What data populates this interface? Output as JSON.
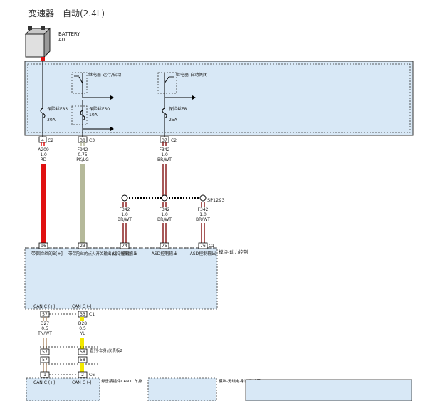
{
  "page": {
    "title": "变速器 - 自动(2.4L)"
  },
  "battery": {
    "label": "BATTERY",
    "ref": "A0"
  },
  "relays": [
    {
      "label": "继电器-运行/启动"
    },
    {
      "label": "继电器-自动关闭"
    }
  ],
  "fuses": [
    {
      "label": "保险丝F83",
      "rating": "30A"
    },
    {
      "label": "保险丝F30",
      "rating": "10A"
    },
    {
      "label": "保险丝F8",
      "rating": "25A"
    }
  ],
  "pdc_pins": [
    {
      "pin": "4",
      "connector": "C2"
    },
    {
      "pin": "38",
      "connector": "C3"
    },
    {
      "pin": "37",
      "connector": "C2"
    }
  ],
  "wires": {
    "a209": {
      "circuit": "A209",
      "gauge": "1.0",
      "color": "RD"
    },
    "f942": {
      "circuit": "F942",
      "gauge": "0.75",
      "color": "PK/LG"
    },
    "f342_top": {
      "circuit": "F342",
      "gauge": "1.0",
      "color": "BR/WT"
    },
    "f342_a": {
      "circuit": "F342",
      "gauge": "1.0",
      "color": "BR/WT"
    },
    "f342_b": {
      "circuit": "F342",
      "gauge": "1.0",
      "color": "BR/WT"
    },
    "f342_c": {
      "circuit": "F342",
      "gauge": "1.0",
      "color": "BR/WT"
    },
    "d27": {
      "circuit": "D27",
      "gauge": "0.5",
      "color": "TN/WT"
    },
    "d28": {
      "circuit": "D28",
      "gauge": "0.5",
      "color": "YL"
    }
  },
  "splice": {
    "label": "SP1293"
  },
  "pcm": {
    "label": "模块-动力控制",
    "connector": "C1",
    "pins": [
      {
        "pin": "96",
        "desc": "带保险丝的B[+]"
      },
      {
        "pin": "23",
        "desc": "带保险丝的点火开关输出(运行-启动)"
      },
      {
        "pin": "74",
        "desc": "ASD控制输出"
      },
      {
        "pin": "75",
        "desc": "ASD控制输出"
      },
      {
        "pin": "76",
        "desc": "ASD控制输出"
      }
    ],
    "can_high": "CAN C (+)",
    "can_low": "CAN C (-)",
    "can_pins": [
      {
        "pin": "57"
      },
      {
        "pin": "33"
      }
    ]
  },
  "inline": {
    "label": "直列-车身/仪表板2",
    "pins_a": [
      "57",
      "58"
    ],
    "pins_b": [
      "57",
      "58"
    ]
  },
  "bottom_module": {
    "label": "悬垂接插件CAN C 车身",
    "pins": [
      "1",
      "2"
    ],
    "connector": "C6",
    "can_high": "CAN C (+)",
    "can_low": "CAN C (-)"
  },
  "right_module": {
    "label": "模块-无线电-射频集线器"
  },
  "colors": {
    "panel_fill": "#d8e8f6",
    "rd": "#e01010",
    "pklg": "#b5b99a",
    "brwt": "#8a2020",
    "yl": "#f2e800",
    "tnwt": "#b09070"
  }
}
